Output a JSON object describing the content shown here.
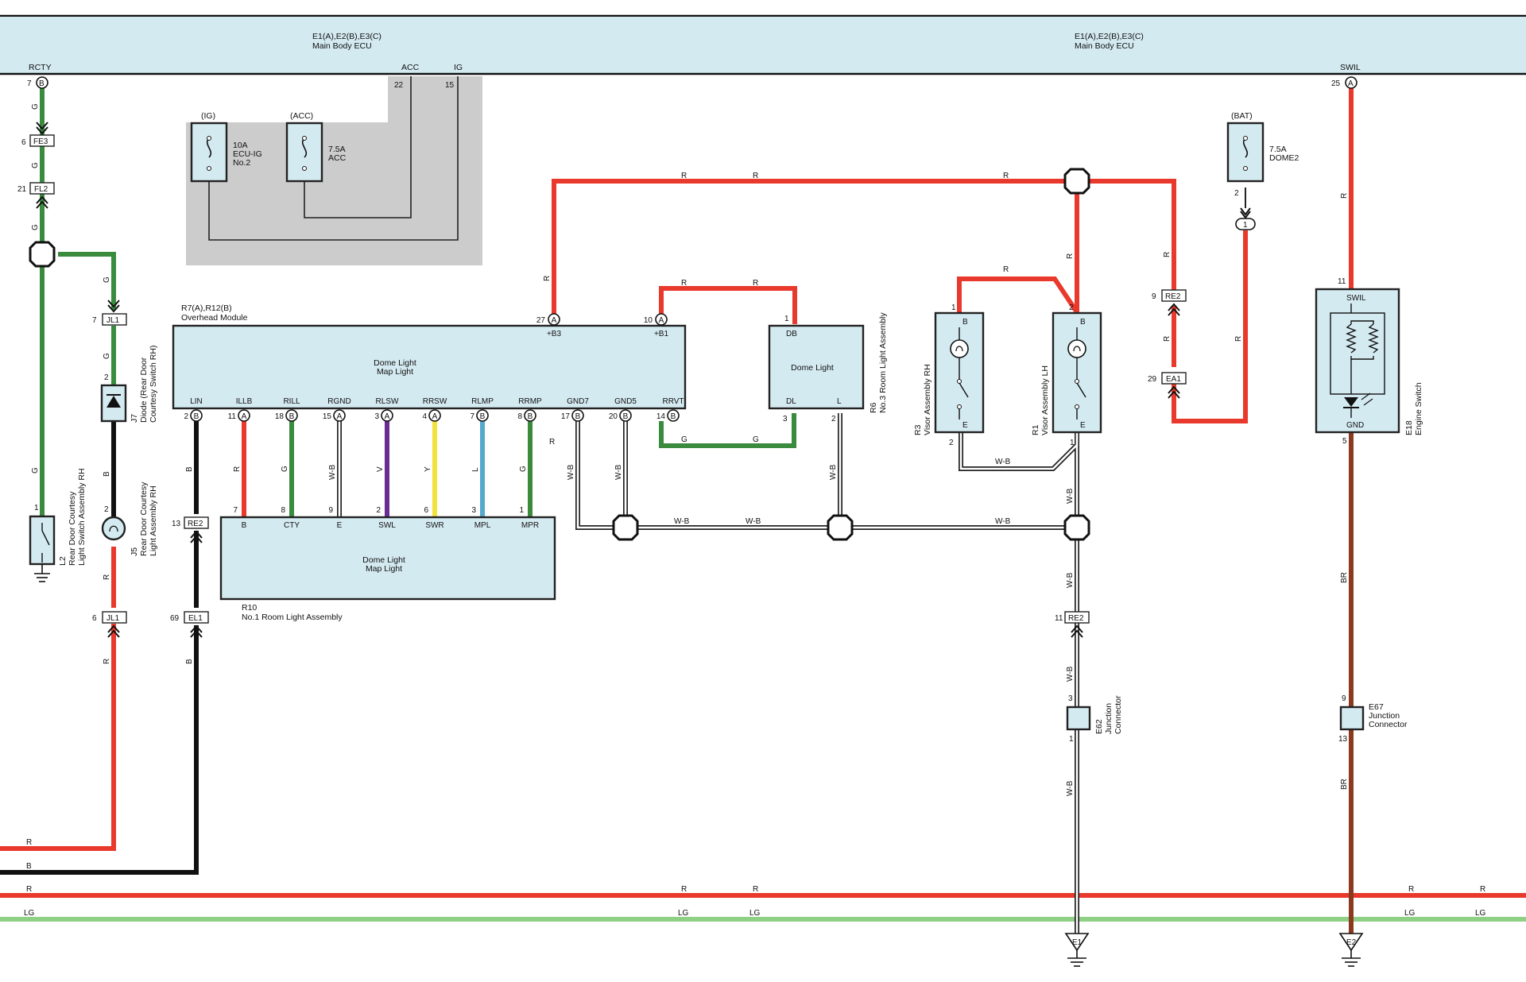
{
  "ecu": {
    "left_title": "E1(A),E2(B),E3(C)",
    "left_sub": "Main Body ECU",
    "right_title": "E1(A),E2(B),E3(C)",
    "right_sub": "Main Body ECU",
    "terms": {
      "rcty": "RCTY",
      "acc": "ACC",
      "ig": "IG",
      "swil": "SWIL"
    },
    "pins": {
      "rcty": "7",
      "acc": "22",
      "ig": "15",
      "swil": "25"
    },
    "pin_letters": {
      "rcty": "B",
      "swil": "A"
    }
  },
  "fuses": {
    "ig": {
      "tag": "(IG)",
      "l1": "10A",
      "l2": "ECU-IG",
      "l3": "No.2"
    },
    "acc": {
      "tag": "(ACC)",
      "l1": "7.5A",
      "l2": "ACC"
    },
    "bat": {
      "tag": "(BAT)",
      "l1": "7.5A",
      "l2": "DOME2",
      "pin": "2",
      "node": "1"
    }
  },
  "connectors": {
    "fe3": {
      "name": "FE3",
      "pin": "6"
    },
    "fl2": {
      "name": "FL2",
      "pin": "21"
    },
    "jl1_top": {
      "name": "JL1",
      "pin": "7"
    },
    "jl1_bot": {
      "name": "JL1",
      "pin": "6"
    },
    "re2_left": {
      "name": "RE2",
      "pin": "13"
    },
    "el1": {
      "name": "EL1",
      "pin": "69"
    },
    "re2_right": {
      "name": "RE2",
      "pin": "9"
    },
    "ea1": {
      "name": "EA1",
      "pin": "29"
    },
    "re2_bottom": {
      "name": "RE2",
      "pin": "11"
    }
  },
  "overhead": {
    "title": "R7(A),R12(B)",
    "sub": "Overhead Module",
    "center1": "Dome Light",
    "center2": "Map Light",
    "top_terms": [
      {
        "name": "+B3",
        "pin": "27",
        "letter": "A"
      },
      {
        "name": "+B1",
        "pin": "10",
        "letter": "A"
      }
    ],
    "terms": [
      {
        "name": "LIN",
        "pin": "2",
        "letter": "B"
      },
      {
        "name": "ILLB",
        "pin": "11",
        "letter": "A"
      },
      {
        "name": "RILL",
        "pin": "18",
        "letter": "B"
      },
      {
        "name": "RGND",
        "pin": "15",
        "letter": "A"
      },
      {
        "name": "RLSW",
        "pin": "3",
        "letter": "A"
      },
      {
        "name": "RRSW",
        "pin": "4",
        "letter": "A"
      },
      {
        "name": "RLMP",
        "pin": "7",
        "letter": "B"
      },
      {
        "name": "RRMP",
        "pin": "8",
        "letter": "B"
      },
      {
        "name": "GND7",
        "pin": "17",
        "letter": "B"
      },
      {
        "name": "GND5",
        "pin": "20",
        "letter": "B"
      },
      {
        "name": "RRVT",
        "pin": "14",
        "letter": "B"
      }
    ]
  },
  "r10": {
    "code": "R10",
    "name": "No.1 Room Light Assembly",
    "center1": "Dome Light",
    "center2": "Map Light",
    "terms": [
      {
        "name": "B",
        "pin": "7"
      },
      {
        "name": "CTY",
        "pin": "8"
      },
      {
        "name": "E",
        "pin": "9"
      },
      {
        "name": "SWL",
        "pin": "2"
      },
      {
        "name": "SWR",
        "pin": "6"
      },
      {
        "name": "MPL",
        "pin": "3"
      },
      {
        "name": "MPR",
        "pin": "1"
      }
    ]
  },
  "r6": {
    "code": "R6",
    "name": "No.3 Room Light Assembly",
    "center": "Dome Light",
    "db": "DB",
    "dl": "DL",
    "l": "L",
    "pins": {
      "db": "1",
      "dl": "3",
      "l": "2"
    }
  },
  "r3": {
    "code": "R3",
    "name": "Visor Assembly RH",
    "b": "B",
    "e": "E",
    "pin_b": "1",
    "pin_e": "2"
  },
  "r1": {
    "code": "R1",
    "name": "Visor Assembly LH",
    "b": "B",
    "e": "E",
    "pin_b": "2",
    "pin_e": "1"
  },
  "e18": {
    "code": "E18",
    "name": "Engine Switch",
    "swil": "SWIL",
    "gnd": "GND",
    "pin_top": "11",
    "pin_bot": "5"
  },
  "l2": {
    "code": "L2",
    "name1": "Rear Door Courtesy",
    "name2": "Light Switch Assembly RH",
    "pin": "1"
  },
  "j7": {
    "code": "J7",
    "name1": "Diode (Rear Door",
    "name2": "Courtesy Switch RH)",
    "pin": "2"
  },
  "j5": {
    "code": "J5",
    "name1": "Rear Door Courtesy",
    "name2": "Light Assembly RH",
    "pin": "2"
  },
  "e62": {
    "code": "E62",
    "name1": "Junction",
    "name2": "Connector",
    "pin_top": "3",
    "pin_bot": "1"
  },
  "e67": {
    "code": "E67",
    "name1": "Junction",
    "name2": "Connector",
    "pin_top": "9",
    "pin_bot": "13"
  },
  "grounds": {
    "e1": "E1",
    "e2": "E2"
  },
  "wire_colors": {
    "R": "R",
    "G": "G",
    "B": "B",
    "V": "V",
    "Y": "Y",
    "L": "L",
    "WB": "W-B",
    "BR": "BR",
    "LG": "LG"
  },
  "colors": {
    "ecu_band": "#d4eaf1",
    "red": "#e8392c",
    "green": "#3a8b3e",
    "black": "#111111",
    "purple": "#6b2c91",
    "yellow": "#f2e23c",
    "blue": "#56a9cc",
    "brown": "#8b3a1f",
    "light_green": "#8fcf86",
    "gray": "#cccccc"
  }
}
